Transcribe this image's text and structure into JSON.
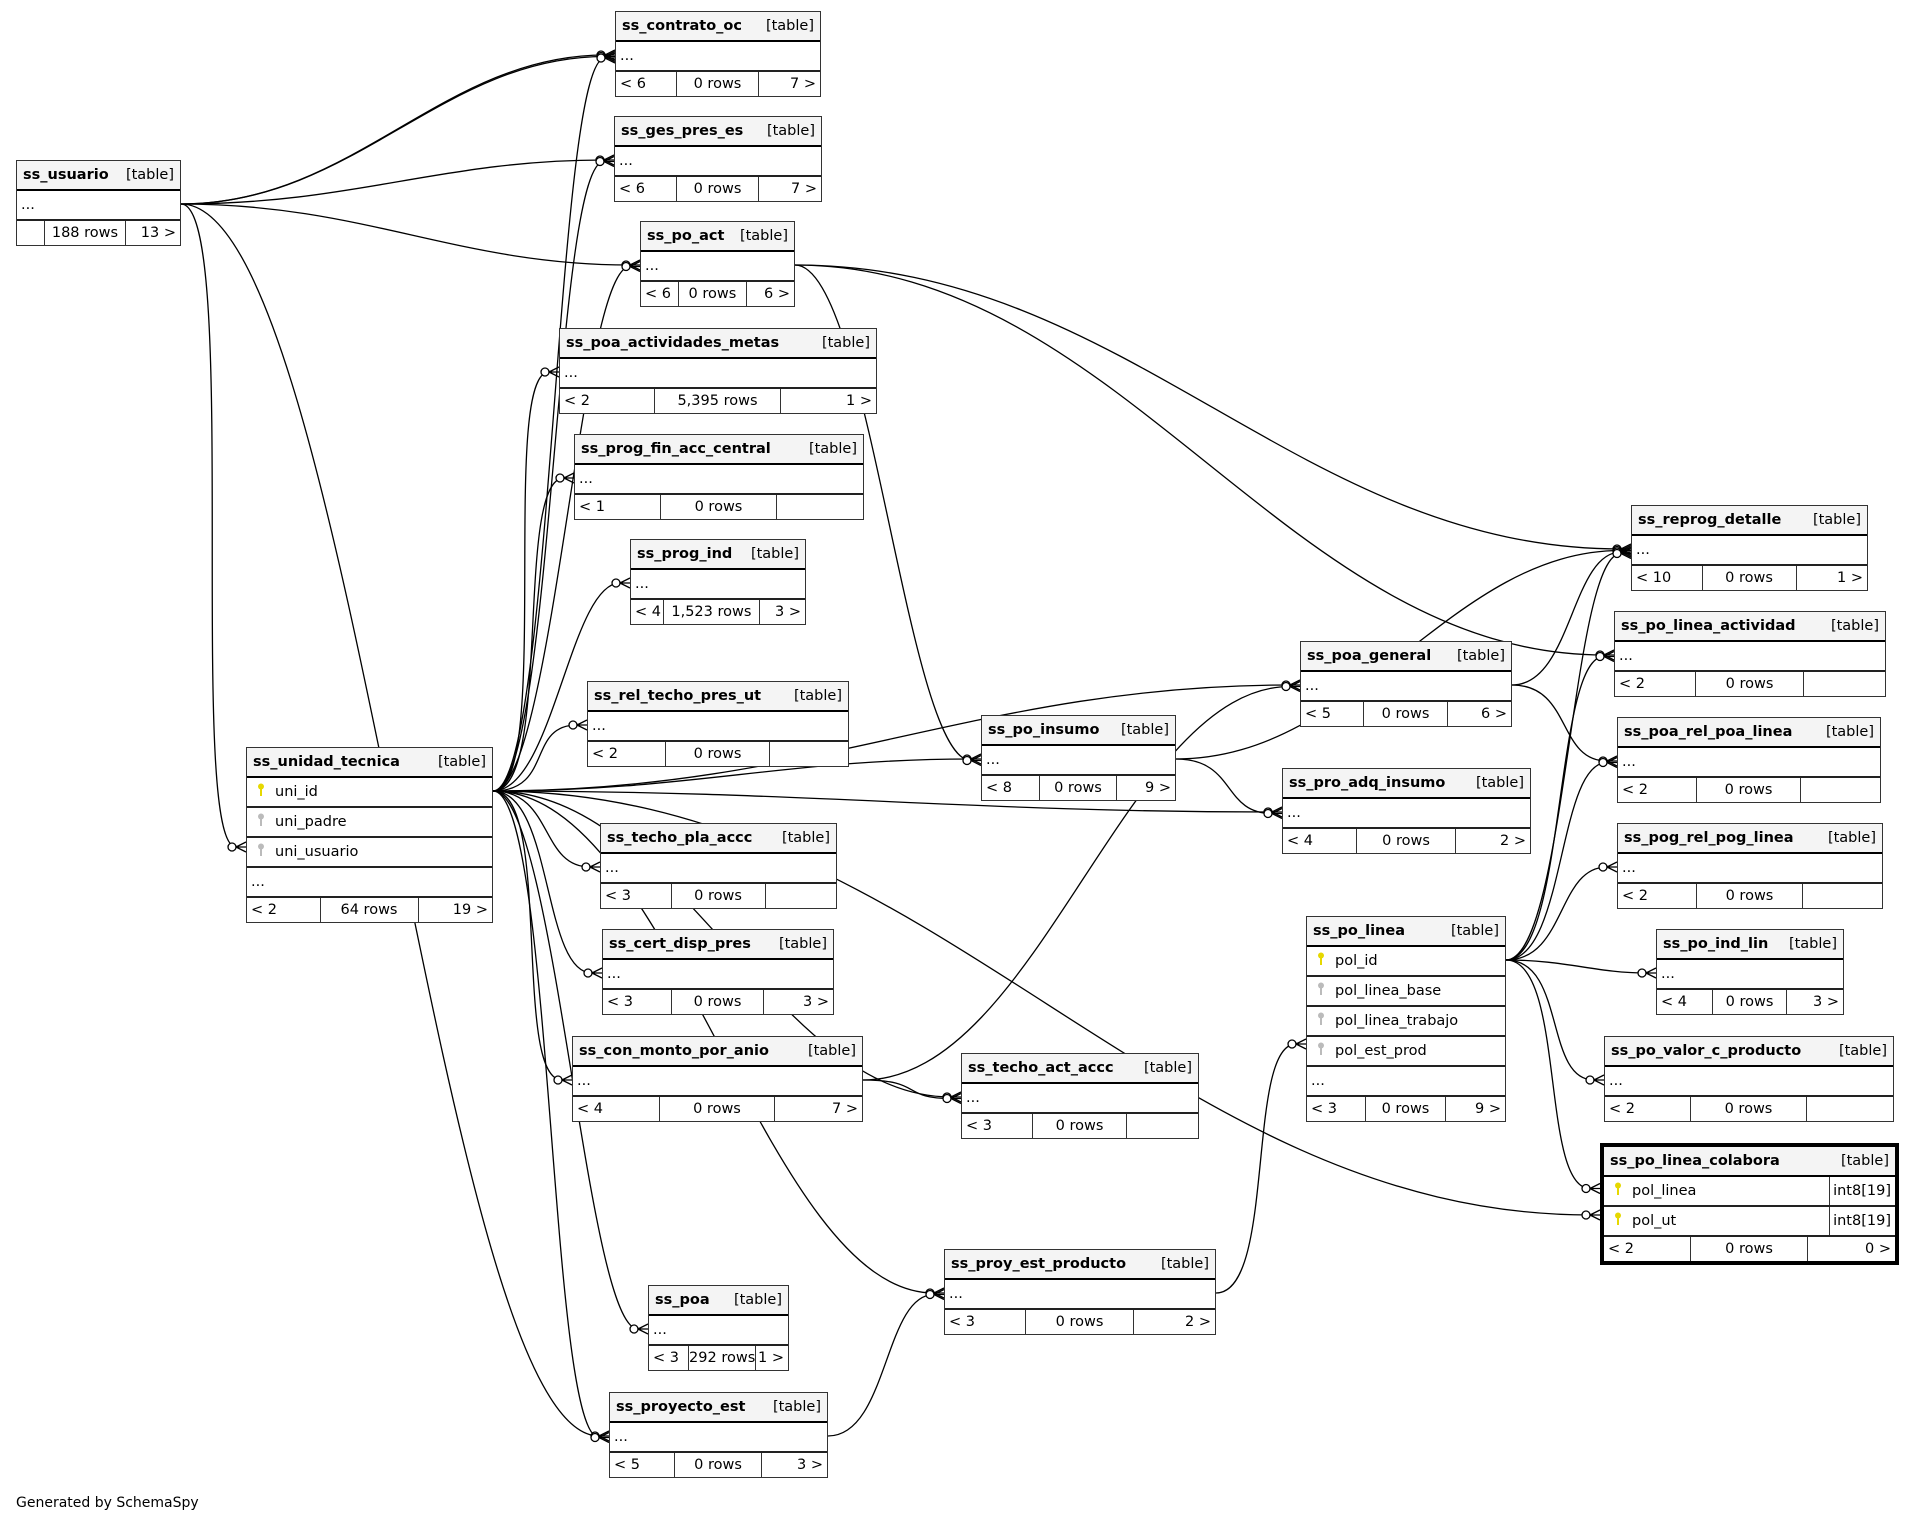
{
  "diagram": {
    "generator_note": "Generated by SchemaSpy",
    "type_label": "[table]",
    "tables": [
      {
        "id": "ss_usuario",
        "name": "ss_usuario",
        "columns": [],
        "ellipsis": "...",
        "parents": "",
        "rows": "188 rows",
        "children": "13 >"
      },
      {
        "id": "ss_contrato_oc",
        "name": "ss_contrato_oc",
        "columns": [],
        "ellipsis": "...",
        "parents": "< 6",
        "rows": "0 rows",
        "children": "7 >"
      },
      {
        "id": "ss_ges_pres_es",
        "name": "ss_ges_pres_es",
        "columns": [],
        "ellipsis": "...",
        "parents": "< 6",
        "rows": "0 rows",
        "children": "7 >"
      },
      {
        "id": "ss_po_act",
        "name": "ss_po_act",
        "columns": [],
        "ellipsis": "...",
        "parents": "< 6",
        "rows": "0 rows",
        "children": "6 >"
      },
      {
        "id": "ss_poa_actividades_metas",
        "name": "ss_poa_actividades_metas",
        "columns": [],
        "ellipsis": "...",
        "parents": "< 2",
        "rows": "5,395 rows",
        "children": "1 >"
      },
      {
        "id": "ss_prog_fin_acc_central",
        "name": "ss_prog_fin_acc_central",
        "columns": [],
        "ellipsis": "...",
        "parents": "< 1",
        "rows": "0 rows",
        "children": ""
      },
      {
        "id": "ss_prog_ind",
        "name": "ss_prog_ind",
        "columns": [],
        "ellipsis": "...",
        "parents": "< 4",
        "rows": "1,523 rows",
        "children": "3 >"
      },
      {
        "id": "ss_rel_techo_pres_ut",
        "name": "ss_rel_techo_pres_ut",
        "columns": [],
        "ellipsis": "...",
        "parents": "< 2",
        "rows": "0 rows",
        "children": ""
      },
      {
        "id": "ss_unidad_tecnica",
        "name": "ss_unidad_tecnica",
        "columns": [
          {
            "name": "uni_id",
            "key": "primary"
          },
          {
            "name": "uni_padre",
            "key": "foreign"
          },
          {
            "name": "uni_usuario",
            "key": "foreign"
          }
        ],
        "ellipsis": "...",
        "parents": "< 2",
        "rows": "64 rows",
        "children": "19 >"
      },
      {
        "id": "ss_techo_pla_accc",
        "name": "ss_techo_pla_accc",
        "columns": [],
        "ellipsis": "...",
        "parents": "< 3",
        "rows": "0 rows",
        "children": ""
      },
      {
        "id": "ss_cert_disp_pres",
        "name": "ss_cert_disp_pres",
        "columns": [],
        "ellipsis": "...",
        "parents": "< 3",
        "rows": "0 rows",
        "children": "3 >"
      },
      {
        "id": "ss_con_monto_por_anio",
        "name": "ss_con_monto_por_anio",
        "columns": [],
        "ellipsis": "...",
        "parents": "< 4",
        "rows": "0 rows",
        "children": "7 >"
      },
      {
        "id": "ss_techo_act_accc",
        "name": "ss_techo_act_accc",
        "columns": [],
        "ellipsis": "...",
        "parents": "< 3",
        "rows": "0 rows",
        "children": ""
      },
      {
        "id": "ss_poa",
        "name": "ss_poa",
        "columns": [],
        "ellipsis": "...",
        "parents": "< 3",
        "rows": "292 rows",
        "children": "1 >"
      },
      {
        "id": "ss_proyecto_est",
        "name": "ss_proyecto_est",
        "columns": [],
        "ellipsis": "...",
        "parents": "< 5",
        "rows": "0 rows",
        "children": "3 >"
      },
      {
        "id": "ss_proy_est_producto",
        "name": "ss_proy_est_producto",
        "columns": [],
        "ellipsis": "...",
        "parents": "< 3",
        "rows": "0 rows",
        "children": "2 >"
      },
      {
        "id": "ss_po_insumo",
        "name": "ss_po_insumo",
        "columns": [],
        "ellipsis": "...",
        "parents": "< 8",
        "rows": "0 rows",
        "children": "9 >"
      },
      {
        "id": "ss_poa_general",
        "name": "ss_poa_general",
        "columns": [],
        "ellipsis": "...",
        "parents": "< 5",
        "rows": "0 rows",
        "children": "6 >"
      },
      {
        "id": "ss_pro_adq_insumo",
        "name": "ss_pro_adq_insumo",
        "columns": [],
        "ellipsis": "...",
        "parents": "< 4",
        "rows": "0 rows",
        "children": "2 >"
      },
      {
        "id": "ss_po_linea",
        "name": "ss_po_linea",
        "columns": [
          {
            "name": "pol_id",
            "key": "primary"
          },
          {
            "name": "pol_linea_base",
            "key": "foreign"
          },
          {
            "name": "pol_linea_trabajo",
            "key": "foreign"
          },
          {
            "name": "pol_est_prod",
            "key": "foreign"
          }
        ],
        "ellipsis": "...",
        "parents": "< 3",
        "rows": "0 rows",
        "children": "9 >"
      },
      {
        "id": "ss_reprog_detalle",
        "name": "ss_reprog_detalle",
        "columns": [],
        "ellipsis": "...",
        "parents": "< 10",
        "rows": "0 rows",
        "children": "1 >"
      },
      {
        "id": "ss_po_linea_actividad",
        "name": "ss_po_linea_actividad",
        "columns": [],
        "ellipsis": "...",
        "parents": "< 2",
        "rows": "0 rows",
        "children": ""
      },
      {
        "id": "ss_poa_rel_poa_linea",
        "name": "ss_poa_rel_poa_linea",
        "columns": [],
        "ellipsis": "...",
        "parents": "< 2",
        "rows": "0 rows",
        "children": ""
      },
      {
        "id": "ss_pog_rel_pog_linea",
        "name": "ss_pog_rel_pog_linea",
        "columns": [],
        "ellipsis": "...",
        "parents": "< 2",
        "rows": "0 rows",
        "children": ""
      },
      {
        "id": "ss_po_ind_lin",
        "name": "ss_po_ind_lin",
        "columns": [],
        "ellipsis": "...",
        "parents": "< 4",
        "rows": "0 rows",
        "children": "3 >"
      },
      {
        "id": "ss_po_valor_c_producto",
        "name": "ss_po_valor_c_producto",
        "columns": [],
        "ellipsis": "...",
        "parents": "< 2",
        "rows": "0 rows",
        "children": ""
      },
      {
        "id": "ss_po_linea_colabora",
        "name": "ss_po_linea_colabora",
        "focus": true,
        "columns": [
          {
            "name": "pol_linea",
            "key": "primary",
            "type": "int8[19]"
          },
          {
            "name": "pol_ut",
            "key": "primary",
            "type": "int8[19]"
          }
        ],
        "ellipsis": null,
        "parents": "< 2",
        "rows": "0 rows",
        "children": "0 >"
      }
    ],
    "relationships": [
      {
        "from": "ss_usuario",
        "to": "ss_contrato_oc"
      },
      {
        "from": "ss_usuario",
        "to": "ss_contrato_oc"
      },
      {
        "from": "ss_usuario",
        "to": "ss_ges_pres_es"
      },
      {
        "from": "ss_usuario",
        "to": "ss_po_act"
      },
      {
        "from": "ss_usuario",
        "to": "ss_unidad_tecnica"
      },
      {
        "from": "ss_usuario",
        "to": "ss_proyecto_est"
      },
      {
        "from": "ss_unidad_tecnica",
        "to": "ss_contrato_oc"
      },
      {
        "from": "ss_unidad_tecnica",
        "to": "ss_ges_pres_es"
      },
      {
        "from": "ss_unidad_tecnica",
        "to": "ss_po_act"
      },
      {
        "from": "ss_unidad_tecnica",
        "to": "ss_poa_actividades_metas"
      },
      {
        "from": "ss_unidad_tecnica",
        "to": "ss_prog_fin_acc_central"
      },
      {
        "from": "ss_unidad_tecnica",
        "to": "ss_prog_ind"
      },
      {
        "from": "ss_unidad_tecnica",
        "to": "ss_rel_techo_pres_ut"
      },
      {
        "from": "ss_unidad_tecnica",
        "to": "ss_techo_pla_accc"
      },
      {
        "from": "ss_unidad_tecnica",
        "to": "ss_cert_disp_pres"
      },
      {
        "from": "ss_unidad_tecnica",
        "to": "ss_con_monto_por_anio"
      },
      {
        "from": "ss_unidad_tecnica",
        "to": "ss_techo_act_accc"
      },
      {
        "from": "ss_unidad_tecnica",
        "to": "ss_poa"
      },
      {
        "from": "ss_unidad_tecnica",
        "to": "ss_proyecto_est"
      },
      {
        "from": "ss_unidad_tecnica",
        "to": "ss_proy_est_producto"
      },
      {
        "from": "ss_unidad_tecnica",
        "to": "ss_po_insumo"
      },
      {
        "from": "ss_unidad_tecnica",
        "to": "ss_poa_general"
      },
      {
        "from": "ss_unidad_tecnica",
        "to": "ss_pro_adq_insumo"
      },
      {
        "from": "ss_unidad_tecnica",
        "to": "ss_po_linea_colabora"
      },
      {
        "from": "ss_po_act",
        "to": "ss_reprog_detalle"
      },
      {
        "from": "ss_po_act",
        "to": "ss_po_insumo"
      },
      {
        "from": "ss_po_act",
        "to": "ss_po_linea_actividad"
      },
      {
        "from": "ss_po_insumo",
        "to": "ss_reprog_detalle"
      },
      {
        "from": "ss_po_insumo",
        "to": "ss_pro_adq_insumo"
      },
      {
        "from": "ss_con_monto_por_anio",
        "to": "ss_poa_general"
      },
      {
        "from": "ss_con_monto_por_anio",
        "to": "ss_techo_act_accc"
      },
      {
        "from": "ss_proyecto_est",
        "to": "ss_proy_est_producto"
      },
      {
        "from": "ss_proy_est_producto",
        "to": "ss_po_linea"
      },
      {
        "from": "ss_poa_general",
        "to": "ss_reprog_detalle"
      },
      {
        "from": "ss_poa_general",
        "to": "ss_poa_rel_poa_linea"
      },
      {
        "from": "ss_po_linea",
        "to": "ss_reprog_detalle"
      },
      {
        "from": "ss_po_linea",
        "to": "ss_po_linea_actividad"
      },
      {
        "from": "ss_po_linea",
        "to": "ss_poa_rel_poa_linea"
      },
      {
        "from": "ss_po_linea",
        "to": "ss_pog_rel_pog_linea"
      },
      {
        "from": "ss_po_linea",
        "to": "ss_po_ind_lin"
      },
      {
        "from": "ss_po_linea",
        "to": "ss_po_valor_c_producto"
      },
      {
        "from": "ss_po_linea",
        "to": "ss_po_linea_colabora"
      }
    ]
  }
}
